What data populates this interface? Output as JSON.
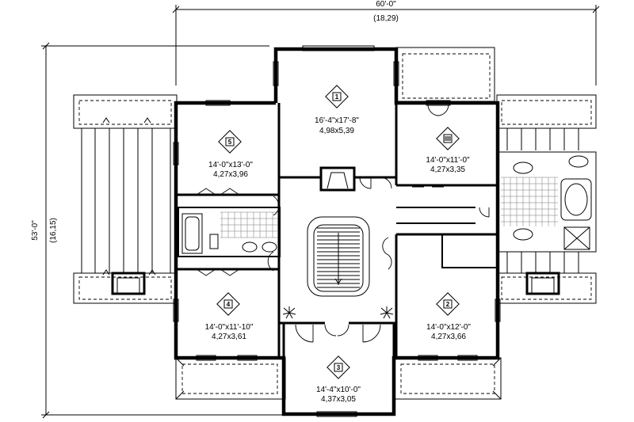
{
  "dimensions": {
    "overall_width_imperial": "60'-0\"",
    "overall_width_metric": "(18,29)",
    "overall_depth_imperial": "53'-0\"",
    "overall_depth_metric": "(16,15)"
  },
  "rooms": [
    {
      "tag": "1",
      "imperial": "16'-4\"x17'-8\"",
      "metric": "4,98x5,39"
    },
    {
      "tag": "5",
      "imperial": "14'-0\"x13'-0\"",
      "metric": "4,27x3,96"
    },
    {
      "tag": "",
      "imperial": "14'-0\"x11'-0\"",
      "metric": "4,27x3,35"
    },
    {
      "tag": "4",
      "imperial": "14'-0\"x11'-10\"",
      "metric": "4,27x3,61"
    },
    {
      "tag": "2",
      "imperial": "14'-0\"x12'-0\"",
      "metric": "4,27x3,66"
    },
    {
      "tag": "3",
      "imperial": "14'-4\"x10'-0\"",
      "metric": "4,37x3,05"
    }
  ]
}
